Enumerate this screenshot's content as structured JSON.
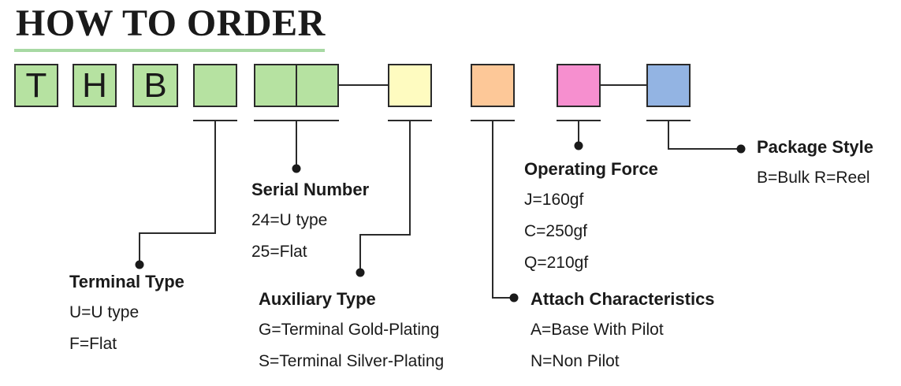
{
  "title": "HOW TO ORDER",
  "colors": {
    "green": "#b6e2a1",
    "yellow": "#fefbc0",
    "orange": "#fdc898",
    "pink": "#f68fcf",
    "blue": "#93b4e3",
    "title_underline": "#a7d9a3",
    "line": "#2a2a2a"
  },
  "code_boxes": [
    {
      "id": "box-t",
      "letter": "T",
      "color": "green"
    },
    {
      "id": "box-h",
      "letter": "H",
      "color": "green"
    },
    {
      "id": "box-b",
      "letter": "B",
      "color": "green"
    },
    {
      "id": "box-terminal-type",
      "letter": "",
      "color": "green"
    },
    {
      "id": "box-serial-1",
      "letter": "",
      "color": "green"
    },
    {
      "id": "box-serial-2",
      "letter": "",
      "color": "green"
    },
    {
      "id": "box-auxiliary-type",
      "letter": "",
      "color": "yellow"
    },
    {
      "id": "box-attach-characteristics",
      "letter": "",
      "color": "orange"
    },
    {
      "id": "box-operating-force",
      "letter": "",
      "color": "pink"
    },
    {
      "id": "box-package-style",
      "letter": "",
      "color": "blue"
    }
  ],
  "groups": {
    "serial_number": {
      "label": "Serial Number",
      "options": [
        "24=U type",
        "25=Flat"
      ]
    },
    "terminal_type": {
      "label": "Terminal Type",
      "options": [
        "U=U type",
        "F=Flat"
      ]
    },
    "auxiliary_type": {
      "label": "Auxiliary Type",
      "options": [
        "G=Terminal Gold-Plating",
        "S=Terminal Silver-Plating"
      ]
    },
    "operating_force": {
      "label": "Operating Force",
      "options": [
        "J=160gf",
        "C=250gf",
        "Q=210gf"
      ]
    },
    "attach_characteristics": {
      "label": "Attach Characteristics",
      "options": [
        "A=Base With Pilot",
        "N=Non Pilot"
      ]
    },
    "package_style": {
      "label": "Package Style",
      "options": [
        "B=Bulk R=Reel"
      ]
    }
  }
}
